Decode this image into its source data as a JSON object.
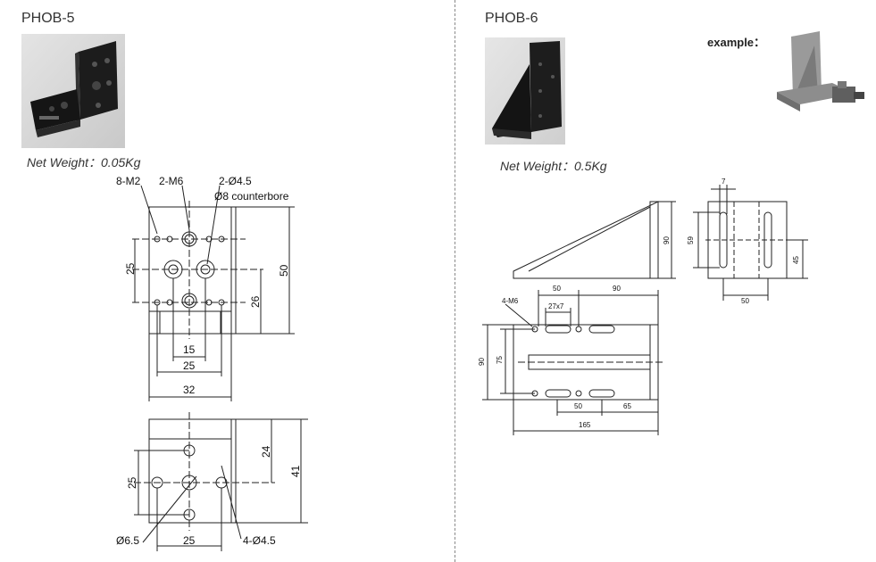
{
  "left": {
    "title": "PHOB-5",
    "net_weight": "Net Weight：0.05Kg",
    "top_view": {
      "label_8m2": "8-M2",
      "label_2m6": "2-M6",
      "label_2d45": "2-Ø4.5",
      "label_counterbore": "Ø8 counterbore",
      "dim_25": "25",
      "dim_50": "50",
      "dim_26": "26",
      "dim_15": "15",
      "dim_25b": "25",
      "dim_32": "32"
    },
    "bottom_view": {
      "dim_24": "24",
      "dim_41": "41",
      "dim_25": "25",
      "dim_25b": "25",
      "label_d65": "Ø6.5",
      "label_4d45": "4-Ø4.5"
    }
  },
  "right": {
    "title": "PHOB-6",
    "net_weight": "Net Weight：0.5Kg",
    "example_label": "example：",
    "side_view": {
      "dim_90": "90"
    },
    "end_view": {
      "dim_7": "7",
      "dim_59": "59",
      "dim_45": "45",
      "dim_50": "50"
    },
    "plan_view": {
      "label_4m6": "4-M6",
      "dim_27x7": "27x7",
      "dim_50": "50",
      "dim_90": "90",
      "dim_90v": "90",
      "dim_75": "75",
      "dim_50b": "50",
      "dim_65": "65",
      "dim_165": "165"
    }
  }
}
